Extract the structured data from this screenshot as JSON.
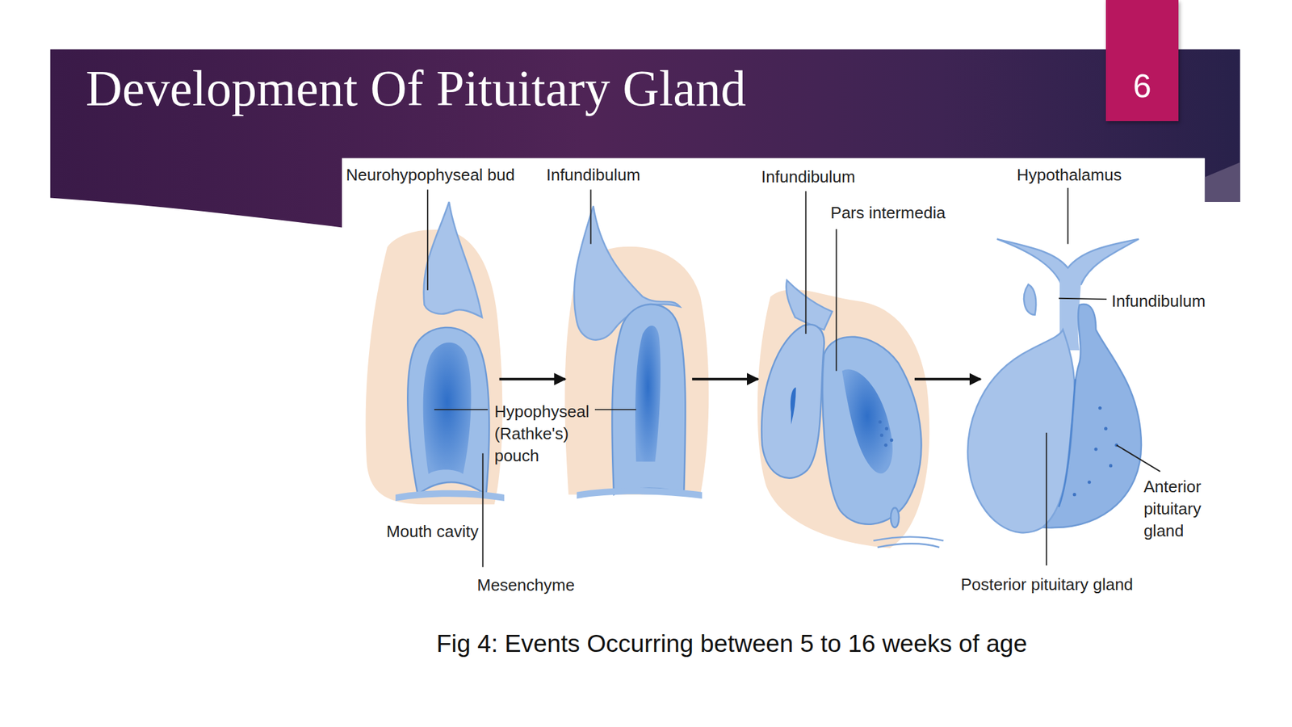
{
  "diagram": {
    "title": "Development Of Pituitary Gland",
    "caption": "Fig 4: Events Occurring between 5 to 16 weeks of age",
    "nodes": [
      {
        "text": [
          "6"
        ]
      }
    ],
    "labels": [
      "Neurohypophyseal bud",
      "Infundibulum",
      "Infundibulum",
      "Pars intermedia",
      "Hypothalamus",
      "Infundibulum",
      "Hypophyseal (Rathke's) pouch",
      "Mouth cavity",
      "Mesenchyme",
      "Anterior pituitary gland",
      "Posterior pituitary gland"
    ]
  }
}
